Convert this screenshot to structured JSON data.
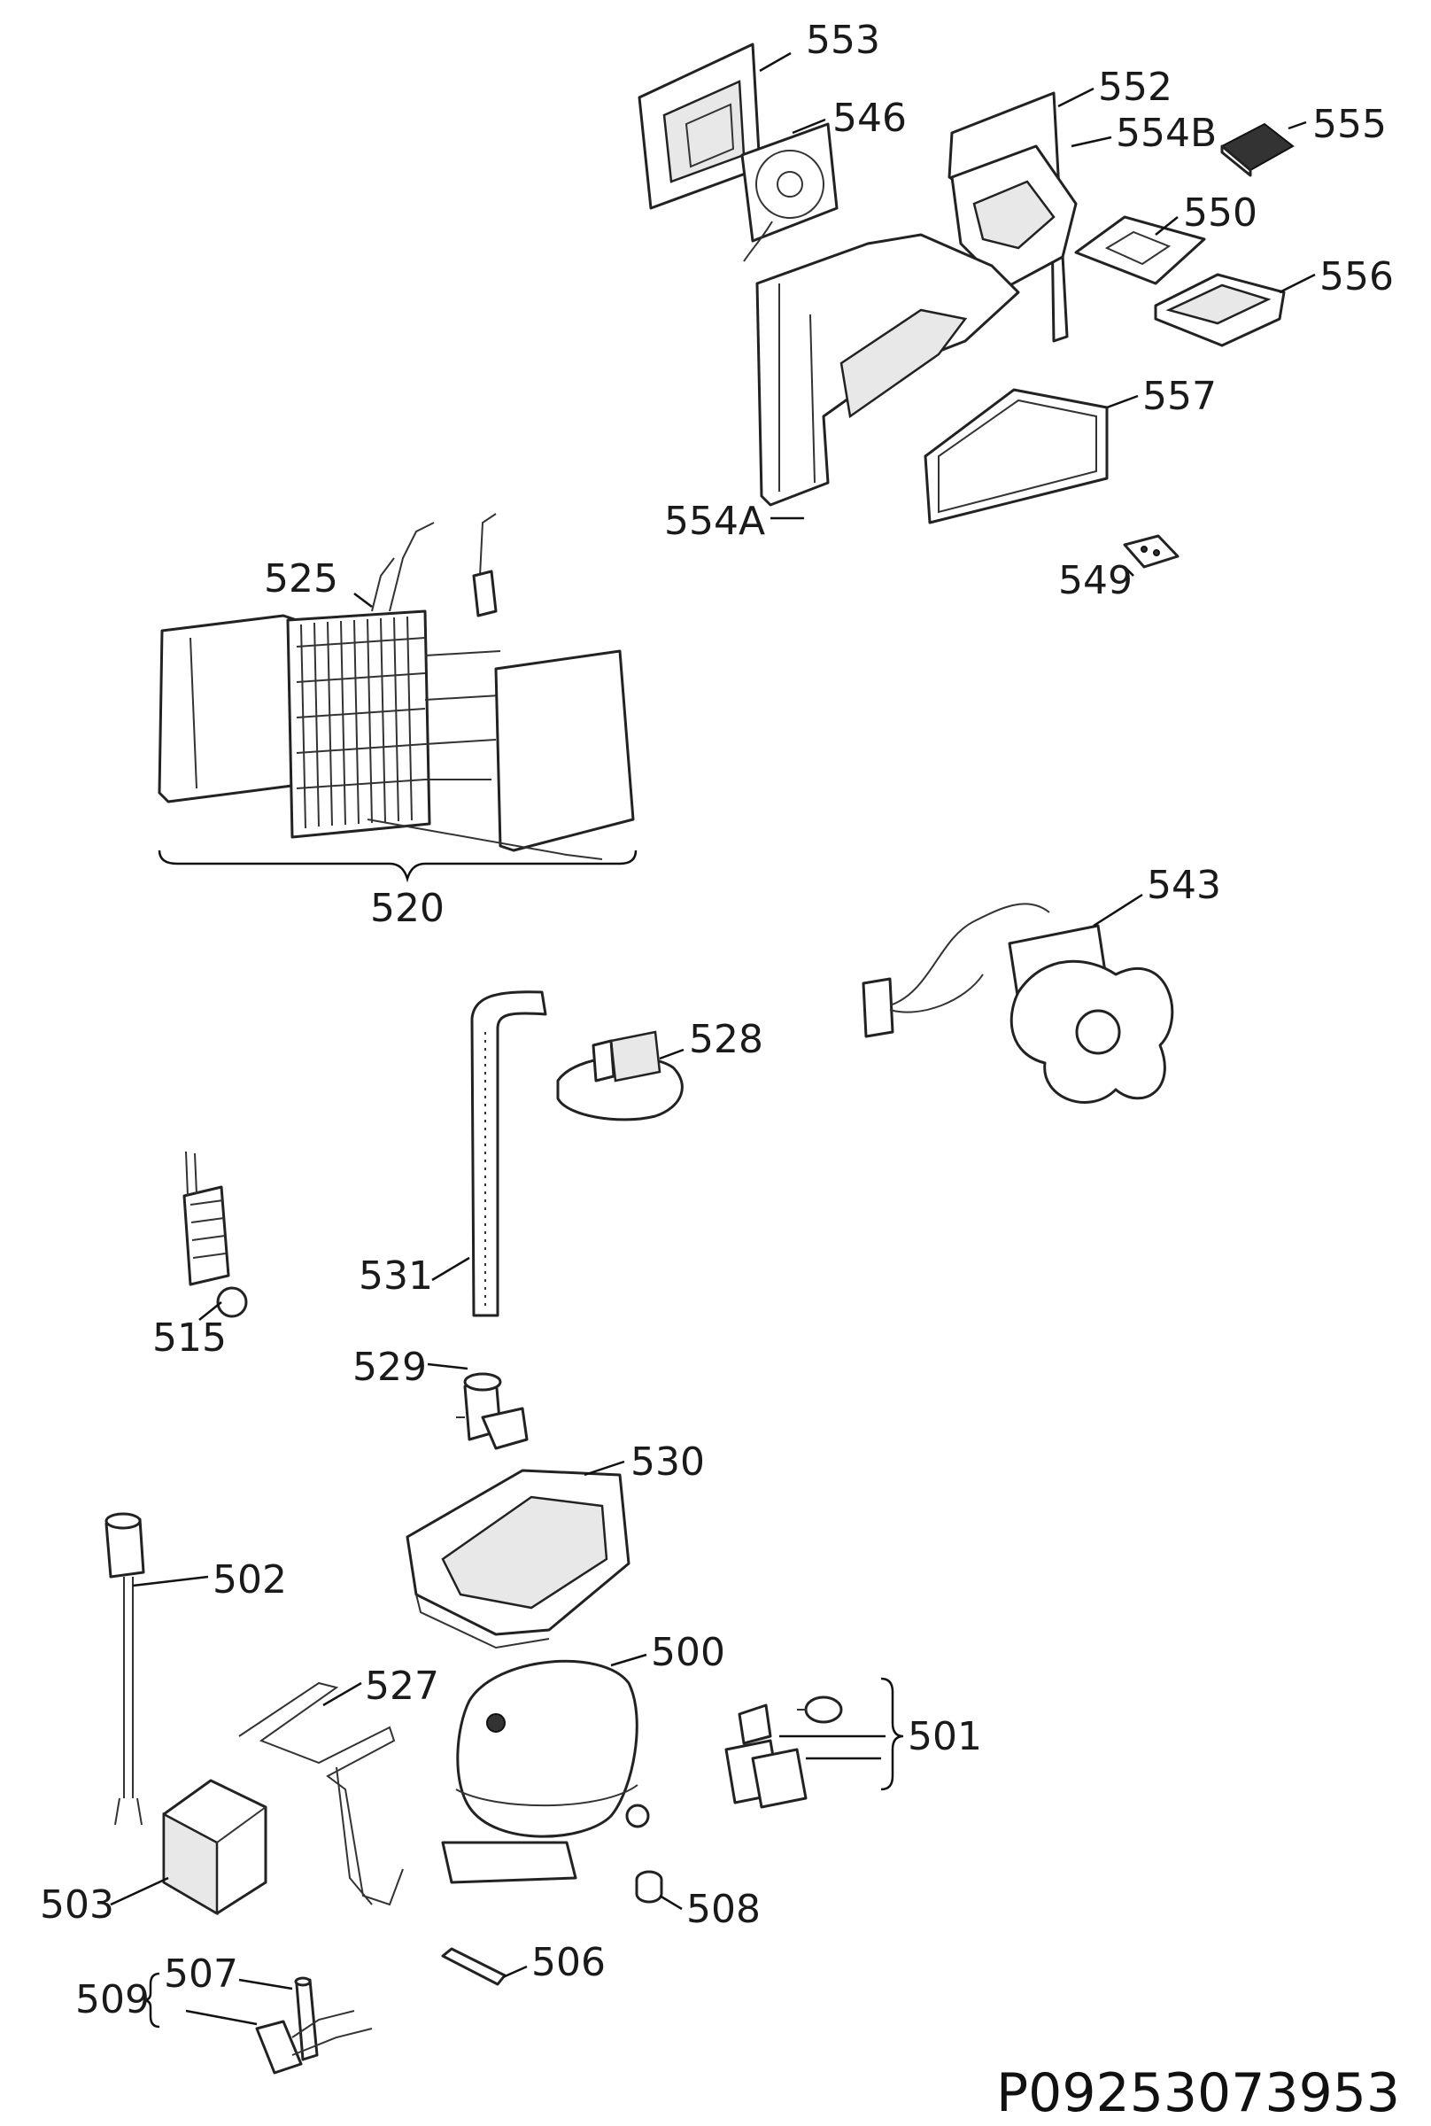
{
  "diagram": {
    "labels": {
      "l553": "553",
      "l546": "546",
      "l552": "552",
      "l554B": "554B",
      "l555": "555",
      "l550": "550",
      "l556": "556",
      "l557": "557",
      "l554A": "554A",
      "l549": "549",
      "l525": "525",
      "l520": "520",
      "l543": "543",
      "l528": "528",
      "l531": "531",
      "l515": "515",
      "l529": "529",
      "l530": "530",
      "l502": "502",
      "l527": "527",
      "l500": "500",
      "l501": "501",
      "l503": "503",
      "l508": "508",
      "l506": "506",
      "l509": "509",
      "l507": "507"
    },
    "drawing_code": "P09253073953"
  }
}
